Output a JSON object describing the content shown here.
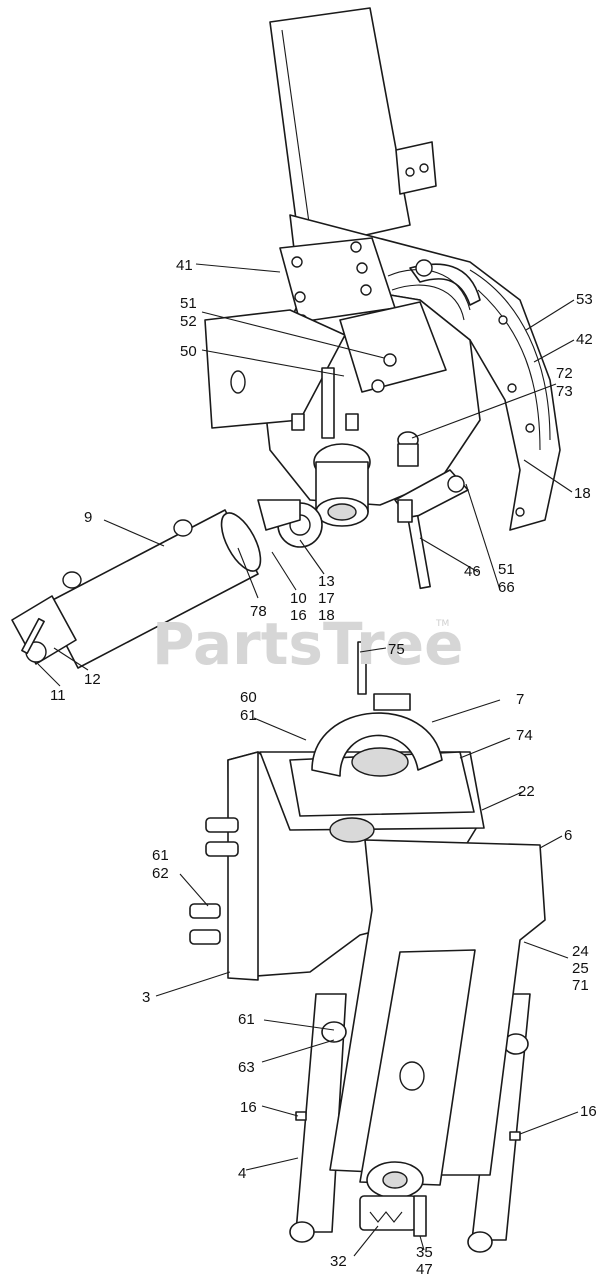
{
  "watermark": {
    "text": "PartsTree",
    "mark": "TM"
  },
  "labels": {
    "p41": "41",
    "p51a": "51",
    "p52": "52",
    "p50": "50",
    "p53": "53",
    "p42": "42",
    "p72": "72",
    "p73": "73",
    "p18a": "18",
    "p9": "9",
    "p51b": "51",
    "p66": "66",
    "p46": "46",
    "p13": "13",
    "p17": "17",
    "p18b": "18",
    "p10": "10",
    "p16a": "16",
    "p78": "78",
    "p75": "75",
    "p12": "12",
    "p11": "11",
    "p60": "60",
    "p61a": "61",
    "p7": "7",
    "p74": "74",
    "p22": "22",
    "p6": "6",
    "p61b": "61",
    "p62": "62",
    "p24": "24",
    "p25": "25",
    "p71": "71",
    "p3": "3",
    "p61c": "61",
    "p63": "63",
    "p16b": "16",
    "p16c": "16",
    "p4": "4",
    "p32": "32",
    "p35": "35",
    "p47": "47"
  }
}
